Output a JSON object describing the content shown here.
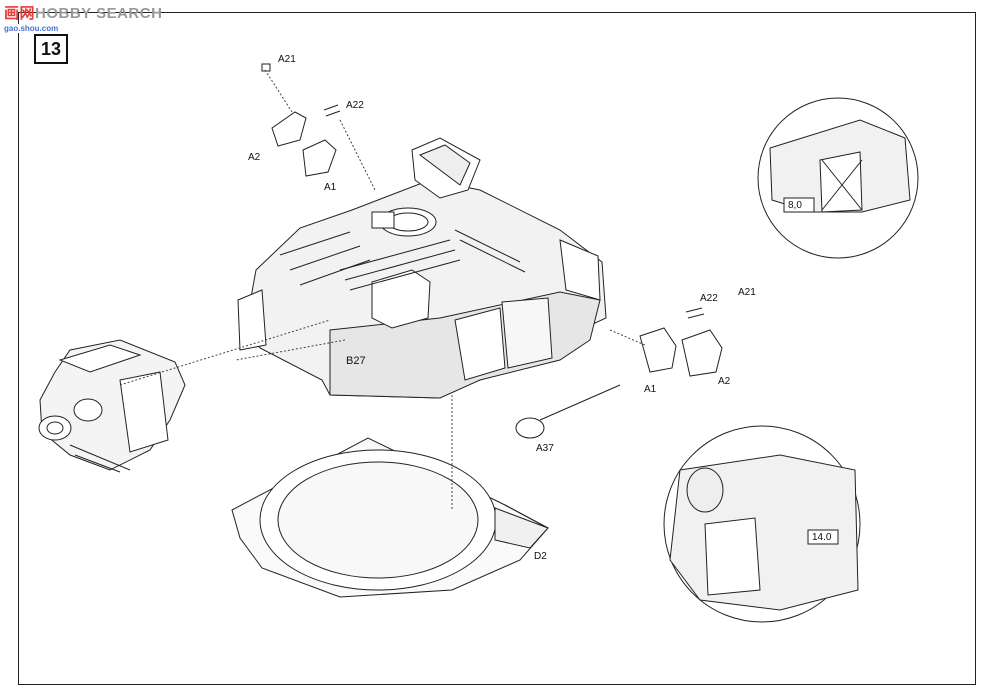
{
  "watermark": {
    "brand_cn": "画网",
    "brand": "HOBBY SEARCH",
    "url": "gao.shou.com"
  },
  "step_number": "13",
  "part_labels": {
    "a21_top": "A21",
    "a22_top": "A22",
    "a2_top": "A2",
    "a1_top": "A1",
    "b27": "B27",
    "a37": "A37",
    "d2": "D2",
    "a22_right": "A22",
    "a21_right": "A21",
    "a1_right": "A1",
    "a2_right": "A2"
  },
  "detail_top": {
    "dimension": "8,0"
  },
  "detail_bottom": {
    "dimension": "14.0"
  },
  "colors": {
    "line": "#222222",
    "fill_light": "#f2f2f2",
    "fill_mid": "#dcdcdc"
  }
}
